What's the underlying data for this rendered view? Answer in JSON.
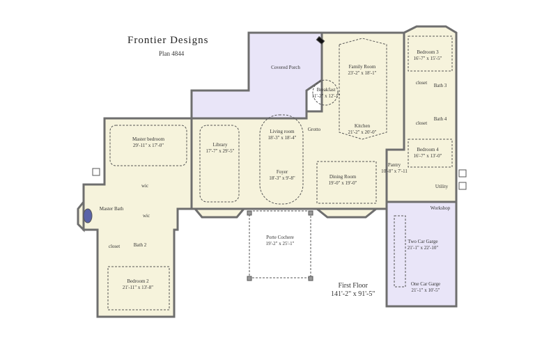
{
  "header": {
    "brand": "Frontier Designs",
    "plan": "Plan 4844"
  },
  "floor": {
    "name": "First Floor",
    "dimensions": "141'-2\" x 91'-5\""
  },
  "rooms": {
    "covered_porch": {
      "name": "Covered Porch"
    },
    "family_room": {
      "name": "Family Room",
      "size": "23'-2\" x 18'-1\""
    },
    "breakfast": {
      "name": "Breakfast",
      "size": "11'-2\" x 12'-1\""
    },
    "kitchen": {
      "name": "Kitchen",
      "size": "21'-2\" x 20'-0\""
    },
    "grotto": {
      "name": "Grotto"
    },
    "living_room": {
      "name": "Living room",
      "size": "18'-3\" x 18'-4\""
    },
    "foyer": {
      "name": "Foyer",
      "size": "18'-3\" x 9'-8\""
    },
    "library": {
      "name": "Library",
      "size": "17'-7\" x 29'-5\""
    },
    "master_bedroom": {
      "name": "Master bedroom",
      "size": "29'-11\" x 17'-0\""
    },
    "master_bath": {
      "name": "Master Bath"
    },
    "wic_1": {
      "name": "wic"
    },
    "wic_2": {
      "name": "wic"
    },
    "closet_1": {
      "name": "closet"
    },
    "bath_2": {
      "name": "Bath 2"
    },
    "bedroom_2": {
      "name": "Bedroom 2",
      "size": "21'-11\" x 13'-8\""
    },
    "dining_room": {
      "name": "Dining Room",
      "size": "19'-0\" x 19'-0\""
    },
    "pantry": {
      "name": "Pantry",
      "size": "10'-8\" x 7'-11"
    },
    "bedroom_3": {
      "name": "Bedroom 3",
      "size": "16'-7\" x 15'-5\""
    },
    "closet_3": {
      "name": "closet"
    },
    "bath_3": {
      "name": "Bath 3"
    },
    "closet_4": {
      "name": "closet"
    },
    "bath_4": {
      "name": "Bath 4"
    },
    "bedroom_4": {
      "name": "Bedroom 4",
      "size": "16'-7\" x 13'-0\""
    },
    "utility": {
      "name": "Utility"
    },
    "workshop": {
      "name": "Workshop"
    },
    "two_car_garage": {
      "name": "Two Car Garge",
      "size": "21'-1\" x 22'-10\""
    },
    "one_car_garage": {
      "name": "One Car Garge",
      "size": "21'-1\" x 10'-5\""
    },
    "porte_cochere": {
      "name": "Porte Cochere",
      "size": "19'-2\" x 25'-1\""
    }
  },
  "colors": {
    "floor": "#f6f3dc",
    "wall": "#6e6e6e",
    "exterior": "#e9e5f8"
  }
}
